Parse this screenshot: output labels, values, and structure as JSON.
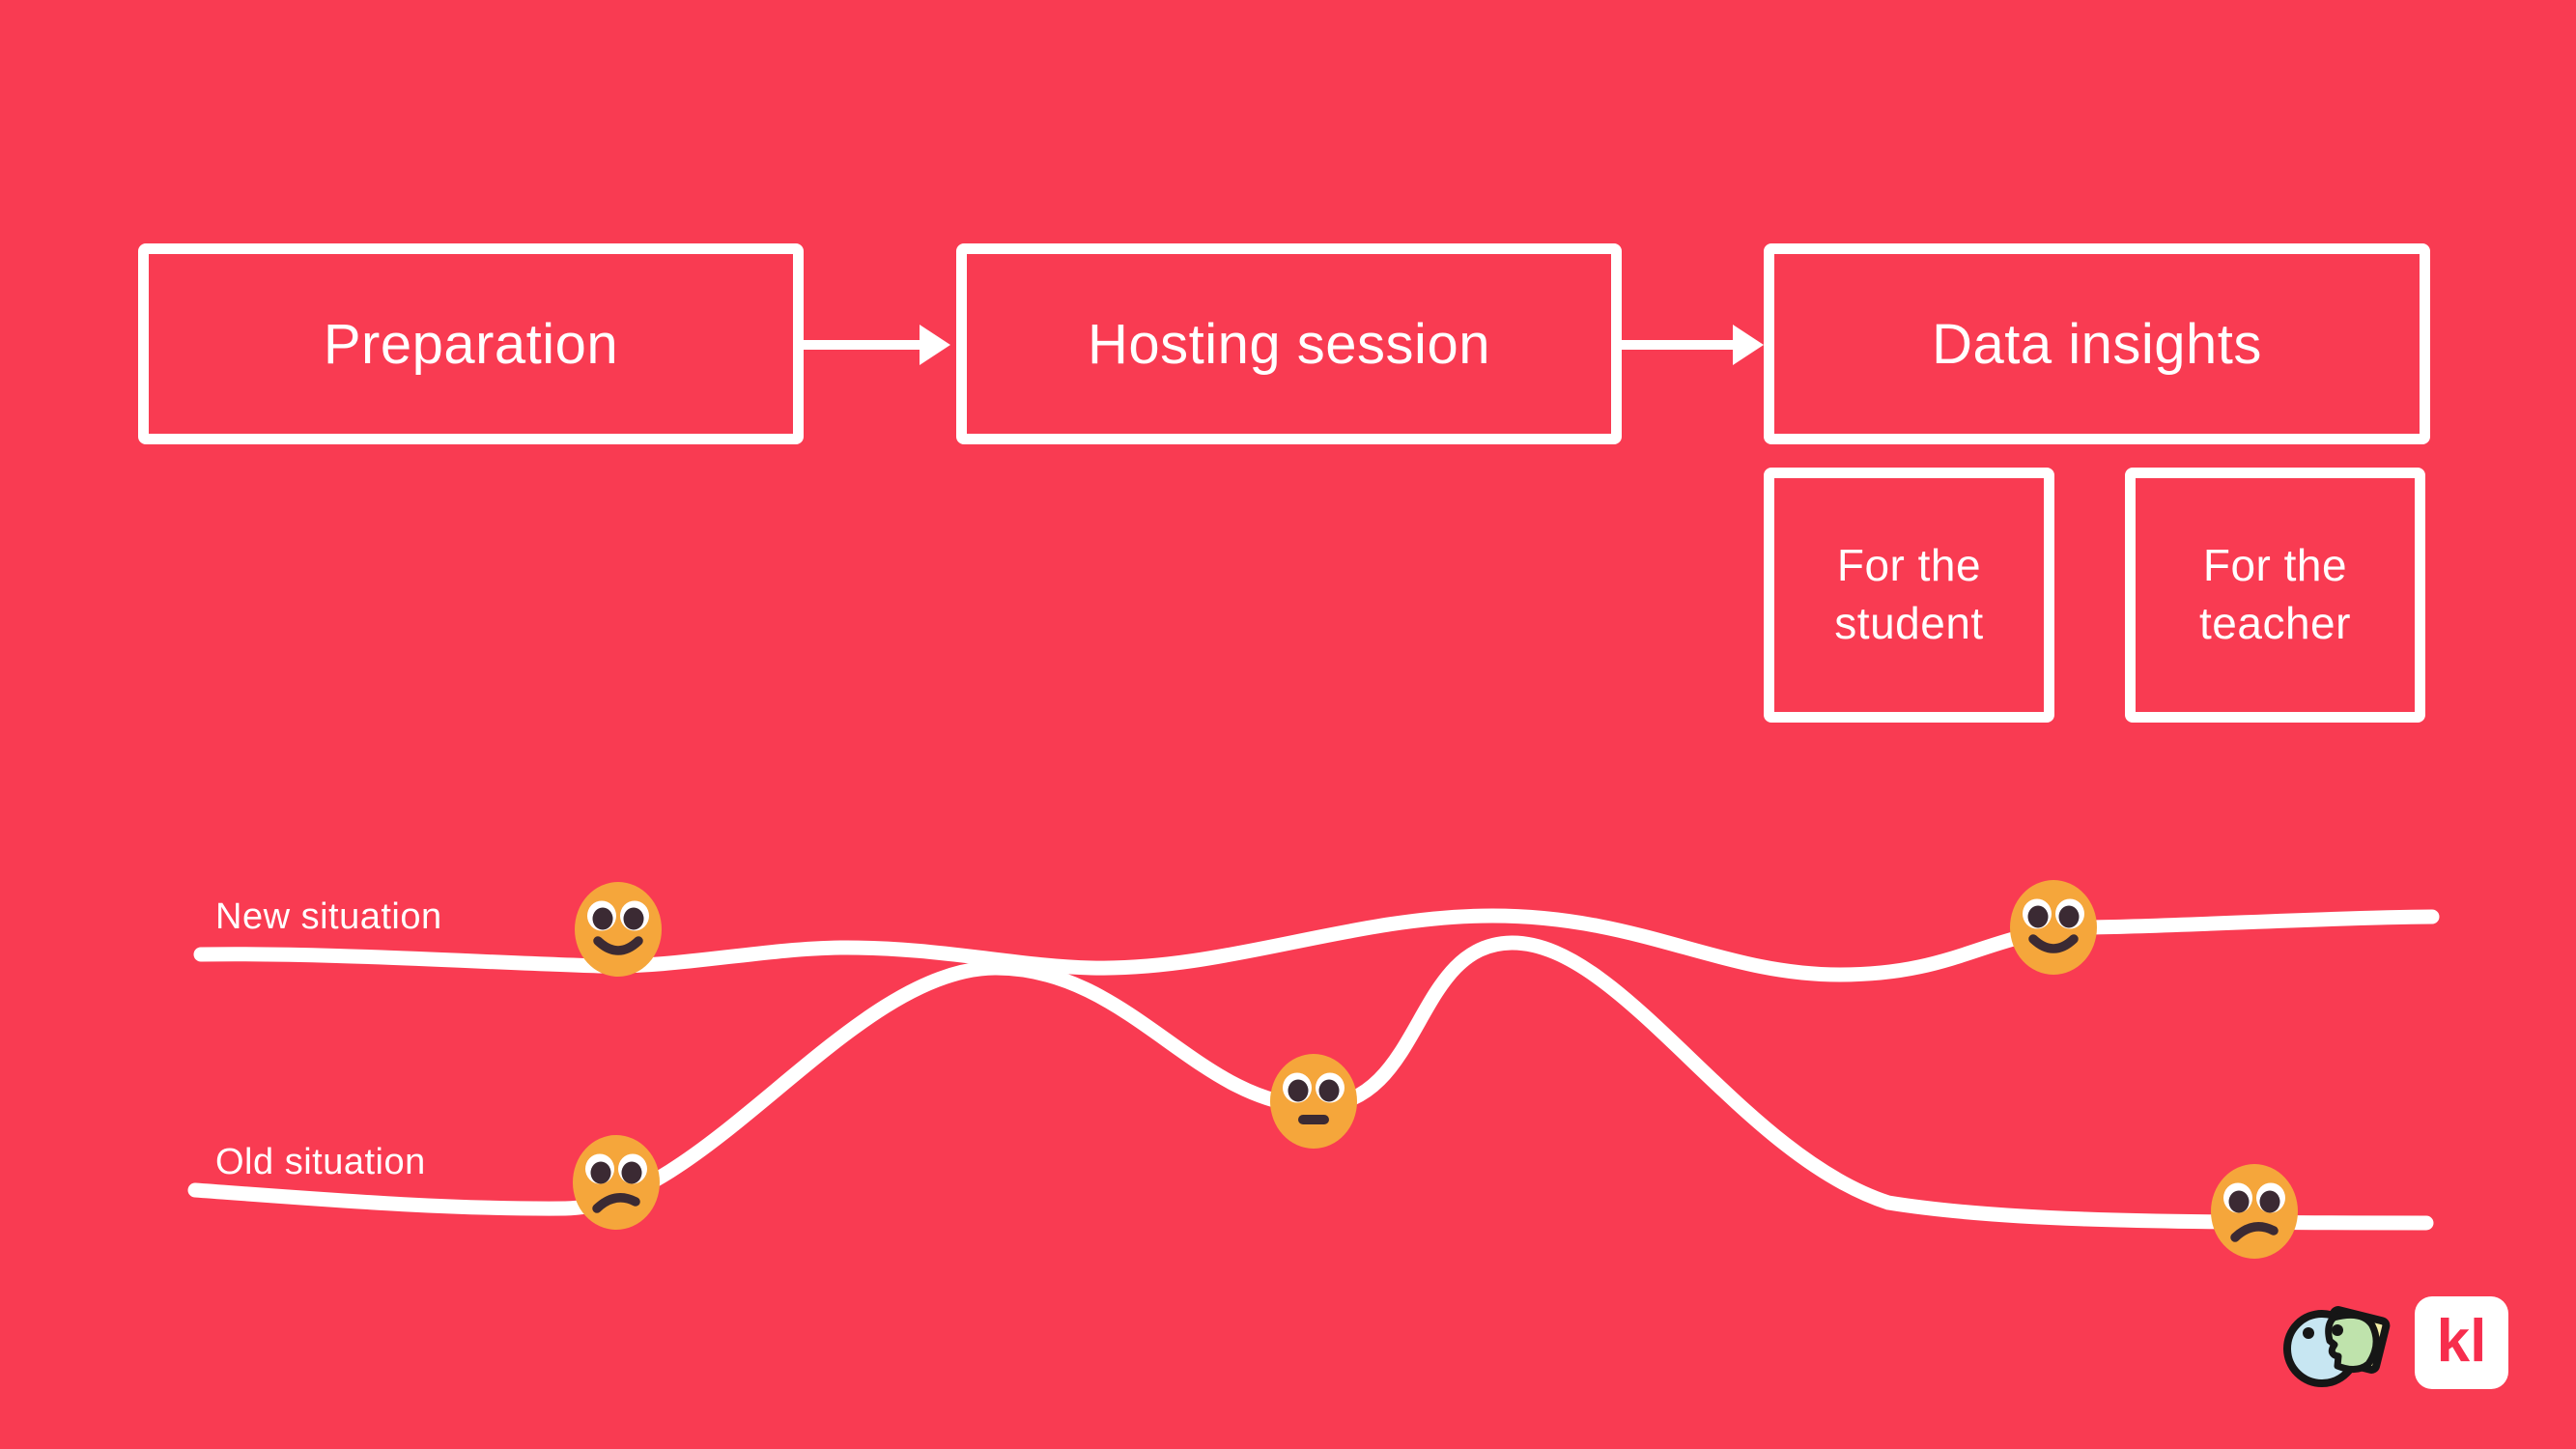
{
  "canvas": {
    "background_color": "#F93B52",
    "stroke_color": "#FFFFFF"
  },
  "flow": {
    "steps": [
      {
        "label": "Preparation"
      },
      {
        "label": "Hosting session"
      },
      {
        "label": "Data insights"
      }
    ],
    "substeps": [
      {
        "line1": "For the",
        "line2": "student"
      },
      {
        "line1": "For the",
        "line2": "teacher"
      }
    ]
  },
  "journey": {
    "lines": [
      {
        "label": "New situation",
        "emojis": [
          "slightly-smiling-face",
          "slightly-smiling-face"
        ]
      },
      {
        "label": "Old situation",
        "emojis": [
          "slightly-frowning-face",
          "neutral-face",
          "slightly-frowning-face"
        ]
      }
    ],
    "emoji_colors": {
      "face": "#F5A63B",
      "features": "#3B2A33",
      "eye_white": "#FFFFFF"
    }
  },
  "branding": {
    "logo_text": "kl",
    "logo_text_color": "#F72D4D",
    "mascot_icon": "klaxoon-mascot-with-note-icon",
    "mascot_colors": {
      "head": "#C7E6F2",
      "mouth": "#BFE3AC",
      "note": "#F2EDA6",
      "outline": "#161616"
    }
  }
}
